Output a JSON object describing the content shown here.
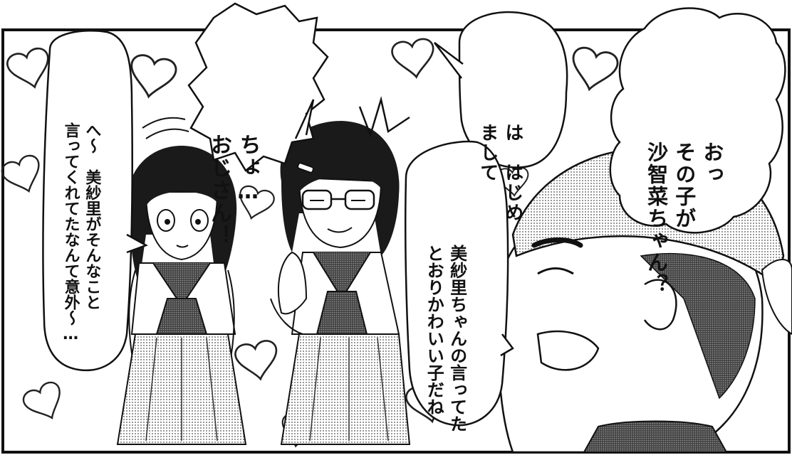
{
  "speech_bubbles": [
    {
      "id": "man-bubble",
      "lines": [
        "おっ",
        "その子が",
        "沙智菜ちゃん？"
      ]
    },
    {
      "id": "glasses-girl-greeting",
      "lines": [
        "は　はじめ",
        "まして"
      ]
    },
    {
      "id": "glasses-girl-shout",
      "lines": [
        "ちょ…",
        "おじさん！"
      ]
    },
    {
      "id": "man-compliment",
      "lines": [
        "美紗里ちゃんの言ってた",
        "とおりかわいい子だね"
      ]
    },
    {
      "id": "short-hair-girl-bubble",
      "lines": [
        "へ～　美紗里がそんなこと",
        "言ってくれてたなんて意外～…"
      ]
    }
  ],
  "colors": {
    "ink": "#111111",
    "paper": "#ffffff",
    "screentone": "#9a9a9a"
  }
}
